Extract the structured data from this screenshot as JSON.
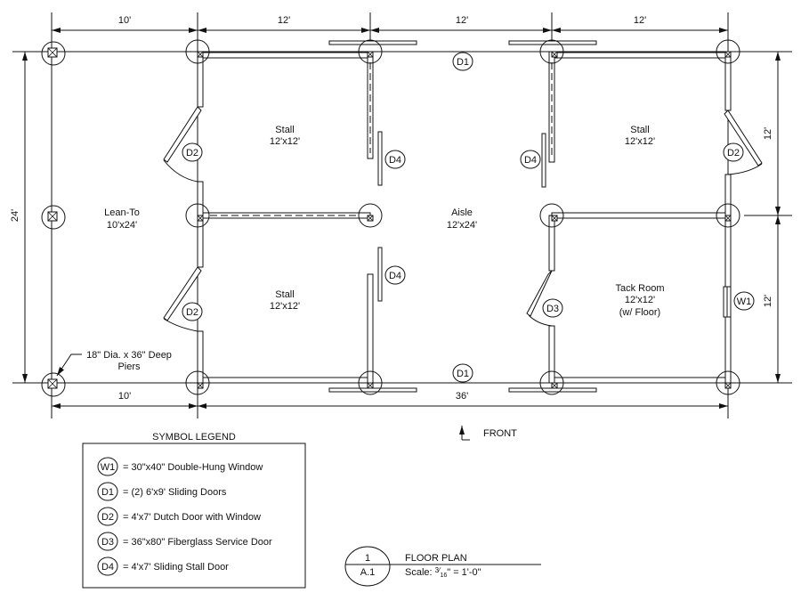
{
  "dimensions": {
    "top": [
      "10'",
      "12'",
      "12'",
      "12'"
    ],
    "bottom": [
      "10'",
      "36'"
    ],
    "left": "24'",
    "right": [
      "12'",
      "12'"
    ]
  },
  "rooms": {
    "lean_to": [
      "Lean-To",
      "10'x24'"
    ],
    "stall_upper_left": [
      "Stall",
      "12'x12'"
    ],
    "stall_lower_left": [
      "Stall",
      "12'x12'"
    ],
    "stall_upper_right": [
      "Stall",
      "12'x12'"
    ],
    "aisle": [
      "Aisle",
      "12'x24'"
    ],
    "tack_room": [
      "Tack Room",
      "12'x12'",
      "(w/ Floor)"
    ]
  },
  "tags": {
    "d1": "D1",
    "d2": "D2",
    "d3": "D3",
    "d4": "D4",
    "w1": "W1"
  },
  "piers_note": [
    "18\" Dia. x 36\" Deep",
    "Piers"
  ],
  "front_label": "FRONT",
  "legend": {
    "title": "SYMBOL LEGEND",
    "items": [
      {
        "tag": "W1",
        "text": "= 30\"x40\" Double-Hung Window"
      },
      {
        "tag": "D1",
        "text": "= (2) 6'x9' Sliding Doors"
      },
      {
        "tag": "D2",
        "text": "= 4'x7' Dutch Door with Window"
      },
      {
        "tag": "D3",
        "text": "= 36\"x80\" Fiberglass Service Door"
      },
      {
        "tag": "D4",
        "text": "= 4'x7' Sliding Stall Door"
      }
    ]
  },
  "title_block": {
    "number": "1",
    "sheet": "A.1",
    "title": "FLOOR PLAN",
    "scale_prefix": "Scale: ",
    "scale_num": "3",
    "scale_den": "16",
    "scale_suffix": "\" = 1'-0\""
  }
}
